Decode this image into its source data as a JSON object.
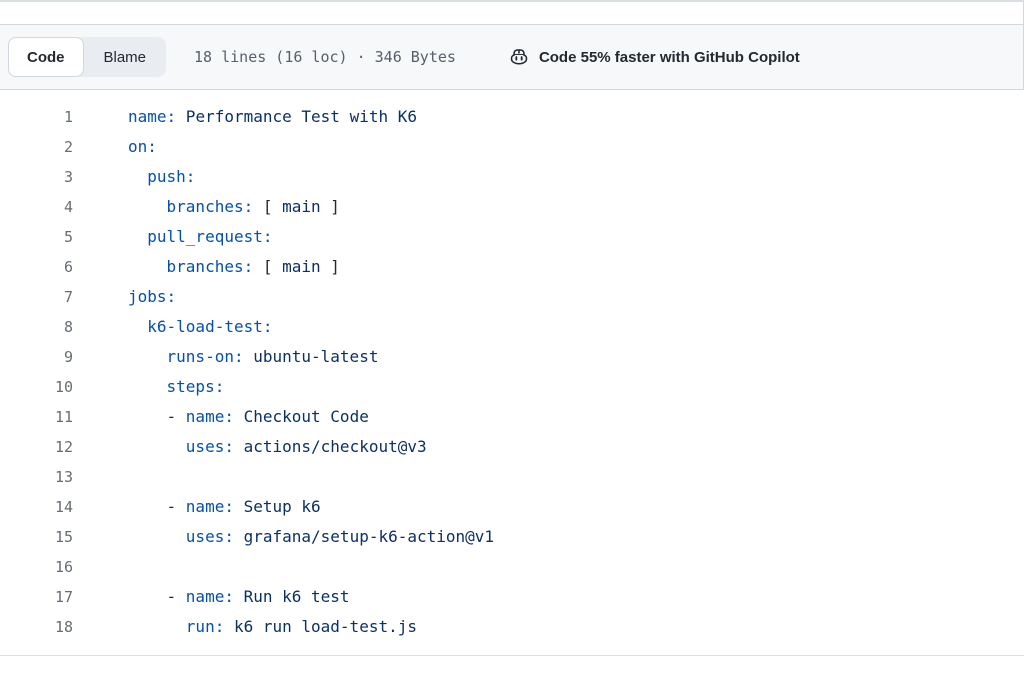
{
  "toolbar": {
    "tabs": [
      {
        "label": "Code",
        "active": true
      },
      {
        "label": "Blame",
        "active": false
      }
    ],
    "stats": "18 lines (16 loc) · 346 Bytes",
    "copilot_banner": "Code 55% faster with GitHub Copilot"
  },
  "colors": {
    "key": "#0550ae",
    "value": "#0a3069",
    "punctuation": "#24292f",
    "line_number": "#656d76",
    "border": "#d0d7de",
    "toolbar_bg": "#f6f8fa",
    "segmented_bg": "#e9ecf1",
    "muted_text": "#57606a"
  },
  "code": {
    "language": "yaml",
    "lines": [
      {
        "n": "1",
        "s": [
          [
            "k",
            "name:"
          ],
          [
            "v",
            " Performance Test with K6"
          ]
        ]
      },
      {
        "n": "2",
        "s": [
          [
            "k",
            "on:"
          ]
        ]
      },
      {
        "n": "3",
        "s": [
          [
            "p",
            "  "
          ],
          [
            "k",
            "push:"
          ]
        ]
      },
      {
        "n": "4",
        "s": [
          [
            "p",
            "    "
          ],
          [
            "k",
            "branches:"
          ],
          [
            "p",
            " [ "
          ],
          [
            "v",
            "main"
          ],
          [
            "p",
            " ]"
          ]
        ]
      },
      {
        "n": "5",
        "s": [
          [
            "p",
            "  "
          ],
          [
            "k",
            "pull_request:"
          ]
        ]
      },
      {
        "n": "6",
        "s": [
          [
            "p",
            "    "
          ],
          [
            "k",
            "branches:"
          ],
          [
            "p",
            " [ "
          ],
          [
            "v",
            "main"
          ],
          [
            "p",
            " ]"
          ]
        ]
      },
      {
        "n": "7",
        "s": [
          [
            "k",
            "jobs:"
          ]
        ]
      },
      {
        "n": "8",
        "s": [
          [
            "p",
            "  "
          ],
          [
            "k",
            "k6-load-test:"
          ]
        ]
      },
      {
        "n": "9",
        "s": [
          [
            "p",
            "    "
          ],
          [
            "k",
            "runs-on:"
          ],
          [
            "v",
            " ubuntu-latest"
          ]
        ]
      },
      {
        "n": "10",
        "s": [
          [
            "p",
            "    "
          ],
          [
            "k",
            "steps:"
          ]
        ]
      },
      {
        "n": "11",
        "s": [
          [
            "p",
            "    - "
          ],
          [
            "k",
            "name:"
          ],
          [
            "v",
            " Checkout Code"
          ]
        ]
      },
      {
        "n": "12",
        "s": [
          [
            "p",
            "      "
          ],
          [
            "k",
            "uses:"
          ],
          [
            "v",
            " actions/checkout@v3"
          ]
        ]
      },
      {
        "n": "13",
        "s": []
      },
      {
        "n": "14",
        "s": [
          [
            "p",
            "    - "
          ],
          [
            "k",
            "name:"
          ],
          [
            "v",
            " Setup k6"
          ]
        ]
      },
      {
        "n": "15",
        "s": [
          [
            "p",
            "      "
          ],
          [
            "k",
            "uses:"
          ],
          [
            "v",
            " grafana/setup-k6-action@v1"
          ]
        ]
      },
      {
        "n": "16",
        "s": []
      },
      {
        "n": "17",
        "s": [
          [
            "p",
            "    - "
          ],
          [
            "k",
            "name:"
          ],
          [
            "v",
            " Run k6 test"
          ]
        ]
      },
      {
        "n": "18",
        "s": [
          [
            "p",
            "      "
          ],
          [
            "k",
            "run:"
          ],
          [
            "v",
            " k6 run load-test.js"
          ]
        ]
      }
    ]
  }
}
